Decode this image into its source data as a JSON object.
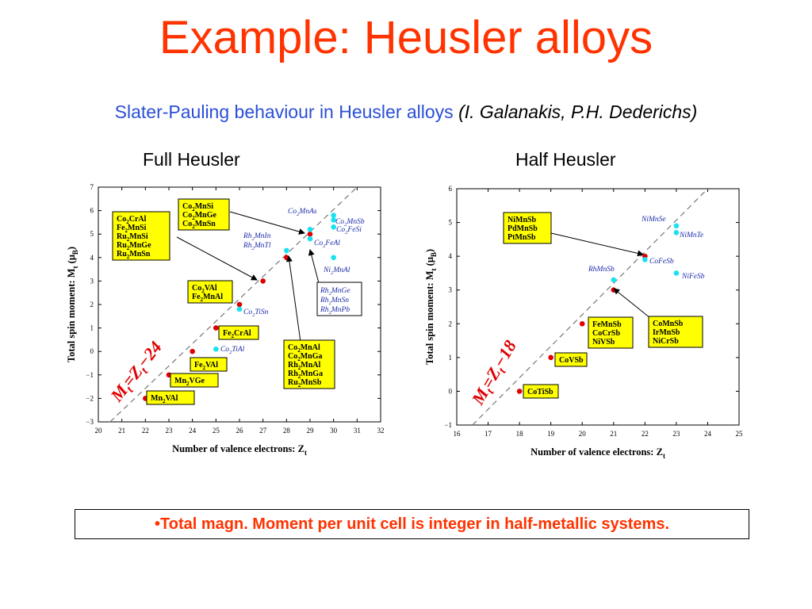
{
  "slide": {
    "title": "Example: Heusler alloys",
    "subtitle": "Slater-Pauling behaviour in Heusler alloys",
    "authors": "(I. Galanakis, P.H. Dederichs)",
    "note": "•Total magn. Moment per unit cell is integer in half-metallic systems."
  },
  "colors": {
    "title": "#ff3300",
    "subtitle": "#2a4fd6",
    "red_point": "#e00000",
    "cyan_point": "#17e3f0",
    "box_fill": "#ffff00",
    "fit_label": "#e00000"
  },
  "chart_data": [
    {
      "type": "scatter",
      "title": "Full Heusler",
      "xlabel": "Number of valence electrons: Z",
      "xlabel_sub": "t",
      "ylabel": "Total spin moment: M",
      "ylabel_sub": "t",
      "ylabel_unit": "(μ",
      "ylabel_unit_sub": "B",
      "ylabel_unit_close": ")",
      "xlim": [
        20,
        32
      ],
      "ylim": [
        -3,
        7
      ],
      "xticks": [
        20,
        21,
        22,
        23,
        24,
        25,
        26,
        27,
        28,
        29,
        30,
        31,
        32
      ],
      "yticks": [
        -3,
        -2,
        -1,
        0,
        1,
        2,
        3,
        4,
        5,
        6,
        7
      ],
      "grid": false,
      "fit_line": {
        "label": "M",
        "label_sub1": "t",
        "label_mid": "=Z",
        "label_sub2": "t",
        "label_end": "−24",
        "offset": -24
      },
      "series": [
        {
          "color": "red",
          "points": [
            [
              22,
              -2
            ],
            [
              23,
              -1
            ],
            [
              24,
              0
            ],
            [
              25,
              1
            ],
            [
              26,
              2
            ],
            [
              27,
              3
            ],
            [
              28,
              4
            ],
            [
              29,
              5
            ]
          ]
        },
        {
          "color": "cyan",
          "points": [
            [
              25,
              0.1
            ],
            [
              26,
              1.8
            ],
            [
              28,
              4.3
            ],
            [
              29,
              4.8
            ],
            [
              29,
              5.2
            ],
            [
              30,
              5.3
            ],
            [
              30,
              5.6
            ],
            [
              30,
              5.8
            ],
            [
              30,
              4
            ]
          ]
        }
      ],
      "boxes": [
        {
          "items": [
            [
              "Co",
              "2",
              "CrAl"
            ],
            [
              "Fe",
              "2",
              "MnSi"
            ],
            [
              "Ru",
              "2",
              "MnSi"
            ],
            [
              "Ru",
              "2",
              "MnGe"
            ],
            [
              "Ru",
              "2",
              "MnSn"
            ]
          ]
        },
        {
          "items": [
            [
              "Co",
              "2",
              "MnSi"
            ],
            [
              "Co",
              "2",
              "MnGe"
            ],
            [
              "Co",
              "2",
              "MnSn"
            ]
          ]
        },
        {
          "items": [
            [
              "Co",
              "2",
              "VAl"
            ],
            [
              "Fe",
              "2",
              "MnAl"
            ]
          ]
        },
        {
          "items": [
            [
              "Fe",
              "2",
              "CrAl"
            ]
          ]
        },
        {
          "items": [
            [
              "Fe",
              "2",
              "VAl"
            ]
          ]
        },
        {
          "items": [
            [
              "Mn",
              "2",
              "VGe"
            ]
          ]
        },
        {
          "items": [
            [
              "Mn",
              "2",
              "VAl"
            ]
          ]
        },
        {
          "items": [
            [
              "Co",
              "2",
              "MnAl"
            ],
            [
              "Co",
              "2",
              "MnGa"
            ],
            [
              "Rh",
              "2",
              "MnAl"
            ],
            [
              "Rh",
              "2",
              "MnGa"
            ],
            [
              "Ru",
              "2",
              "MnSb"
            ]
          ]
        }
      ],
      "white_box": {
        "items": [
          [
            "Rh",
            "2",
            "MnGe"
          ],
          [
            "Rh",
            "2",
            "MnSn"
          ],
          [
            "Rh",
            "2",
            "MnPb"
          ]
        ]
      },
      "labels": [
        [
          "Co",
          "2",
          "MnAs"
        ],
        [
          "Co",
          "2",
          "MnSb"
        ],
        [
          "Co",
          "2",
          "FeSi"
        ],
        [
          "Co",
          "2",
          "FeAl"
        ],
        [
          "Rh",
          "2",
          "MnIn"
        ],
        [
          "Rh",
          "2",
          "MnTl"
        ],
        [
          "Ni",
          "2",
          "MnAl"
        ],
        [
          "Co",
          "2",
          "TiSn"
        ],
        [
          "Co",
          "2",
          "TiAl"
        ]
      ]
    },
    {
      "type": "scatter",
      "title": "Half Heusler",
      "xlabel": "Number of valence electrons: Z",
      "xlabel_sub": "t",
      "ylabel": "Total spin moment: M",
      "ylabel_sub": "t",
      "ylabel_unit": "(μ",
      "ylabel_unit_sub": "B",
      "ylabel_unit_close": ")",
      "xlim": [
        16,
        25
      ],
      "ylim": [
        -1,
        6
      ],
      "xticks": [
        16,
        17,
        18,
        19,
        20,
        21,
        22,
        23,
        24,
        25
      ],
      "yticks": [
        -1,
        0,
        1,
        2,
        3,
        4,
        5,
        6
      ],
      "grid": false,
      "fit_line": {
        "label": "M",
        "label_sub1": "t",
        "label_mid": "=Z",
        "label_sub2": "t",
        "label_end": "−18",
        "offset": -18
      },
      "series": [
        {
          "color": "red",
          "points": [
            [
              18,
              0
            ],
            [
              19,
              1
            ],
            [
              20,
              2
            ],
            [
              21,
              3
            ],
            [
              22,
              4
            ]
          ]
        },
        {
          "color": "cyan",
          "points": [
            [
              21,
              3.3
            ],
            [
              22,
              3.9
            ],
            [
              23,
              3.5
            ],
            [
              23,
              4.7
            ],
            [
              23,
              4.9
            ]
          ]
        }
      ],
      "boxes": [
        {
          "items": [
            "NiMnSb",
            "PdMnSb",
            "PtMnSb"
          ]
        },
        {
          "items": [
            "FeMnSb",
            "CoCrSb",
            "NiVSb"
          ]
        },
        {
          "items": [
            "CoVSb"
          ]
        },
        {
          "items": [
            "CoTiSb"
          ]
        },
        {
          "items": [
            "CoMnSb",
            "IrMnSb",
            "NiCrSb"
          ]
        }
      ],
      "labels": [
        "NiMnSe",
        "NiMnTe",
        "CoFeSb",
        "RhMnSb",
        "NiFeSb"
      ]
    }
  ]
}
